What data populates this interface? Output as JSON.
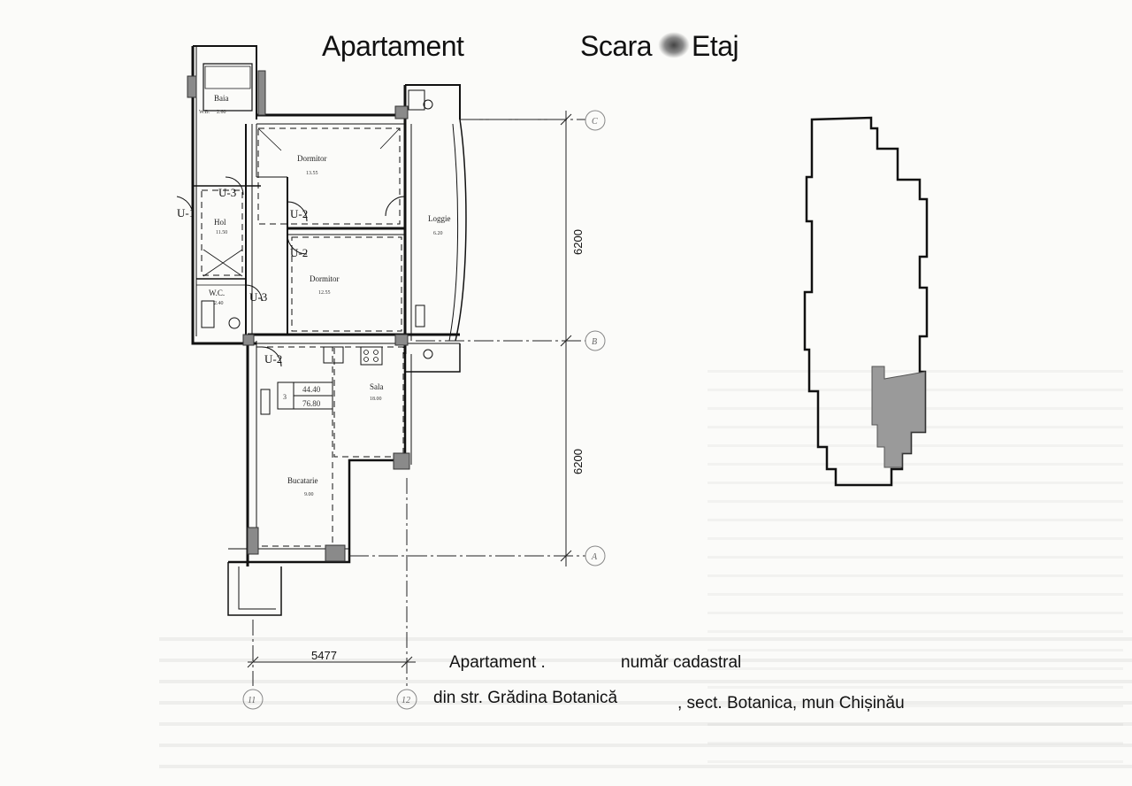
{
  "header": {
    "apartament": "Apartament",
    "scara": "Scara",
    "etaj": "Etaj"
  },
  "rooms": {
    "baia": {
      "name": "Baia",
      "area": "2.60"
    },
    "dormitor1": {
      "name": "Dormitor",
      "area": "13.55"
    },
    "hol": {
      "name": "Hol",
      "area": "11.50"
    },
    "loggie": {
      "name": "Loggie",
      "area": "6.20"
    },
    "dormitor2": {
      "name": "Dormitor",
      "area": "12.55"
    },
    "wc": {
      "name": "W.C.",
      "area": "2.40"
    },
    "sala": {
      "name": "Sala",
      "area": "18.00"
    },
    "bucatarie": {
      "name": "Bucatarie",
      "area": "9.00"
    },
    "wb": "W.B."
  },
  "doors": [
    "U-1",
    "U-3",
    "U-2",
    "U-2",
    "U-3",
    "U-2"
  ],
  "area_box": {
    "index": "3",
    "living": "44.40",
    "total": "76.80"
  },
  "dimensions": {
    "v1": "6200",
    "v2": "6200",
    "h1": "5477"
  },
  "axes": {
    "c": "C",
    "b": "B",
    "a": "A",
    "n11": "11",
    "n12": "12"
  },
  "footer": {
    "line1a": "Apartament .",
    "line1b": "număr cadastral",
    "line2a": "din str. Grădina Botanică",
    "line2b": ", sect. Botanica, mun Chișinău"
  },
  "colors": {
    "ink": "#111111",
    "hatch": "#8a8a8a",
    "paper": "#fbfbf9"
  }
}
